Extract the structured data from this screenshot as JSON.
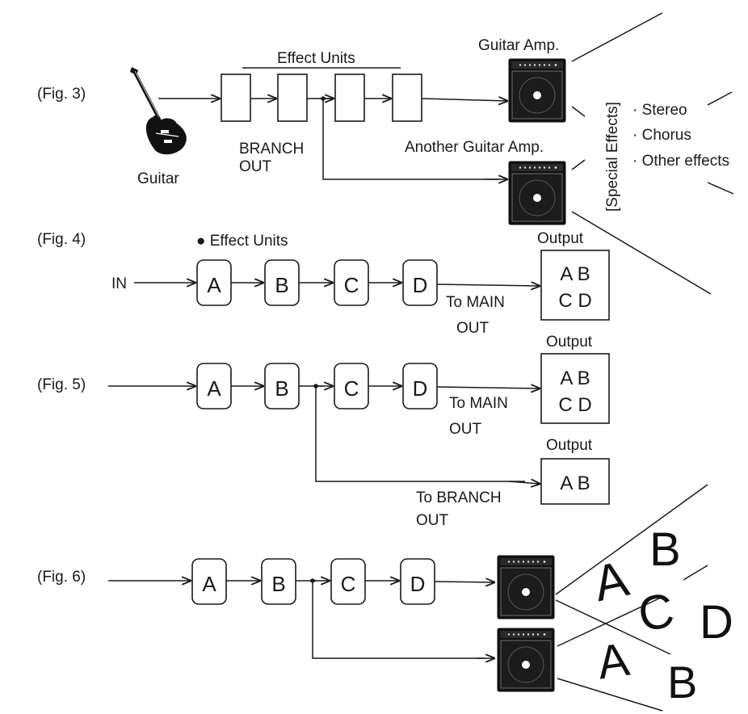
{
  "fig3": {
    "label": "(Fig. 3)",
    "effect_units_label": "Effect Units",
    "guitar_label": "Guitar",
    "branch_out_line1": "BRANCH",
    "branch_out_line2": "OUT",
    "guitar_amp_label": "Guitar Amp.",
    "another_amp_label": "Another Guitar Amp.",
    "special_effects_label": "[Special Effects]",
    "effects_list": [
      "· Stereo",
      "· Chorus",
      "· Other effects"
    ]
  },
  "fig4": {
    "label": "(Fig. 4)",
    "effect_units_label": "● Effect Units",
    "in_label": "IN",
    "units": [
      "A",
      "B",
      "C",
      "D"
    ],
    "main_out_line1": "To MAIN",
    "main_out_line2": "OUT",
    "output_label": "Output",
    "output_row1": "A B",
    "output_row2": "C D"
  },
  "fig5": {
    "label": "(Fig. 5)",
    "units": [
      "A",
      "B",
      "C",
      "D"
    ],
    "main_out_line1": "To MAIN",
    "main_out_line2": "OUT",
    "output_label": "Output",
    "output_row1": "A B",
    "output_row2": "C D",
    "branch_output_label": "Output",
    "branch_output_row": "A B",
    "branch_out_line1": "To BRANCH",
    "branch_out_line2": "OUT"
  },
  "fig6": {
    "label": "(Fig. 6)",
    "units": [
      "A",
      "B",
      "C",
      "D"
    ],
    "sound_letters_main": [
      "A",
      "B",
      "C",
      "D"
    ],
    "sound_letters_branch": [
      "A",
      "B"
    ]
  }
}
